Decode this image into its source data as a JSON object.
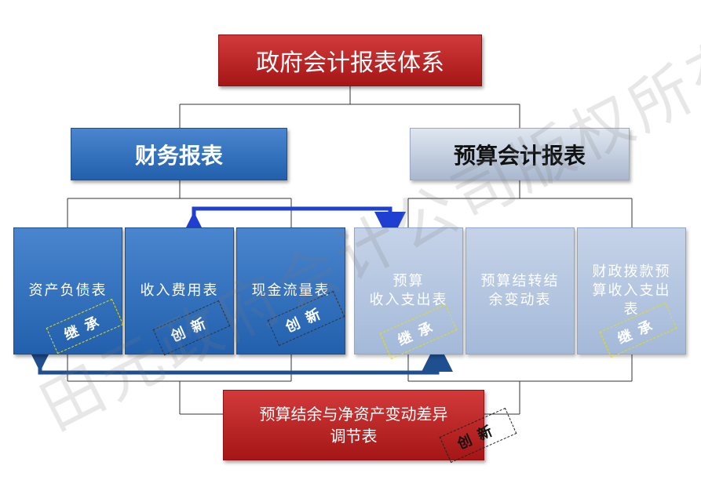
{
  "title": "政府会计报表体系",
  "financial": {
    "header": "财务报表",
    "reports": [
      "资产负债表",
      "收入费用表",
      "现金流量表"
    ]
  },
  "budget": {
    "header": "预算会计报表",
    "reports": [
      "预算\n收入支出表",
      "预算结转结\n余变动表",
      "财政拨款预\n算收入支出\n表"
    ]
  },
  "reconciliation": "预算结余与净资产变动差异\n调节表",
  "stamps": {
    "inherit": "继承",
    "innovate": "创新"
  },
  "watermark": "田元政府会计公司版权所有",
  "colors": {
    "red": "#b71c1c",
    "blue": "#2a6bbd",
    "light_blue": "#a9bcdc",
    "arrow_blue": "#1f3fd1",
    "arrow_navy": "#1f4f8f"
  }
}
